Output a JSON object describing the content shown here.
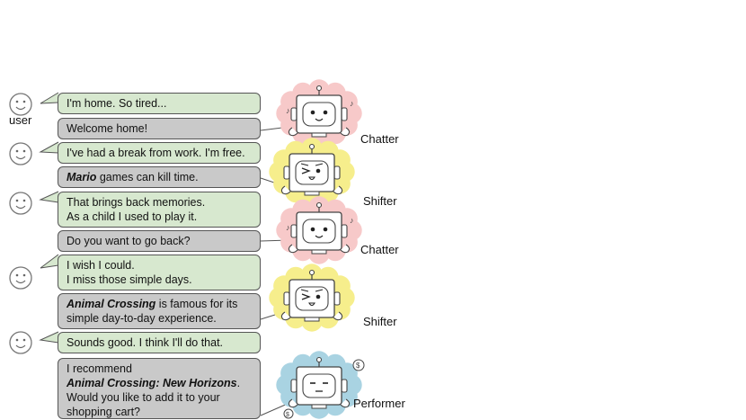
{
  "user_label": "user",
  "colors": {
    "user_bubble": "#d7e8cf",
    "bot_bubble": "#c9c9c9",
    "chatter": "#f7c9c9",
    "shifter": "#f6ee8c",
    "performer": "#a9d3e2"
  },
  "messages": [
    {
      "speaker": "user",
      "lines": [
        "I'm home. So tired..."
      ]
    },
    {
      "speaker": "bot",
      "lines": [
        "Welcome home!"
      ]
    },
    {
      "speaker": "user",
      "lines": [
        "I've had a break from work. I'm free."
      ]
    },
    {
      "speaker": "bot",
      "lines": [
        {
          "em": "Mario",
          "rest": " games can kill time."
        }
      ]
    },
    {
      "speaker": "user",
      "lines": [
        "That brings back memories.",
        "As a child I used to play it."
      ]
    },
    {
      "speaker": "bot",
      "lines": [
        "Do you want to go back?"
      ]
    },
    {
      "speaker": "user",
      "lines": [
        "I wish I could.",
        "I miss those simple days."
      ]
    },
    {
      "speaker": "bot",
      "lines": [
        {
          "em": "Animal Crossing",
          "rest": " is famous for its"
        },
        "simple day-to-day experience."
      ]
    },
    {
      "speaker": "user",
      "lines": [
        "Sounds good. I think I'll do that."
      ]
    },
    {
      "speaker": "bot",
      "lines": [
        "I recommend",
        {
          "em": "Animal Crossing: New Horizons",
          "rest": "."
        },
        "Would you like to add it to your",
        "shopping cart?"
      ]
    }
  ],
  "agents": [
    {
      "name": "Chatter",
      "icon": "robot-chatter-icon"
    },
    {
      "name": "Shifter",
      "icon": "robot-shifter-icon"
    },
    {
      "name": "Chatter",
      "icon": "robot-chatter-icon"
    },
    {
      "name": "Shifter",
      "icon": "robot-shifter-icon"
    },
    {
      "name": "Performer",
      "icon": "robot-performer-icon"
    }
  ]
}
